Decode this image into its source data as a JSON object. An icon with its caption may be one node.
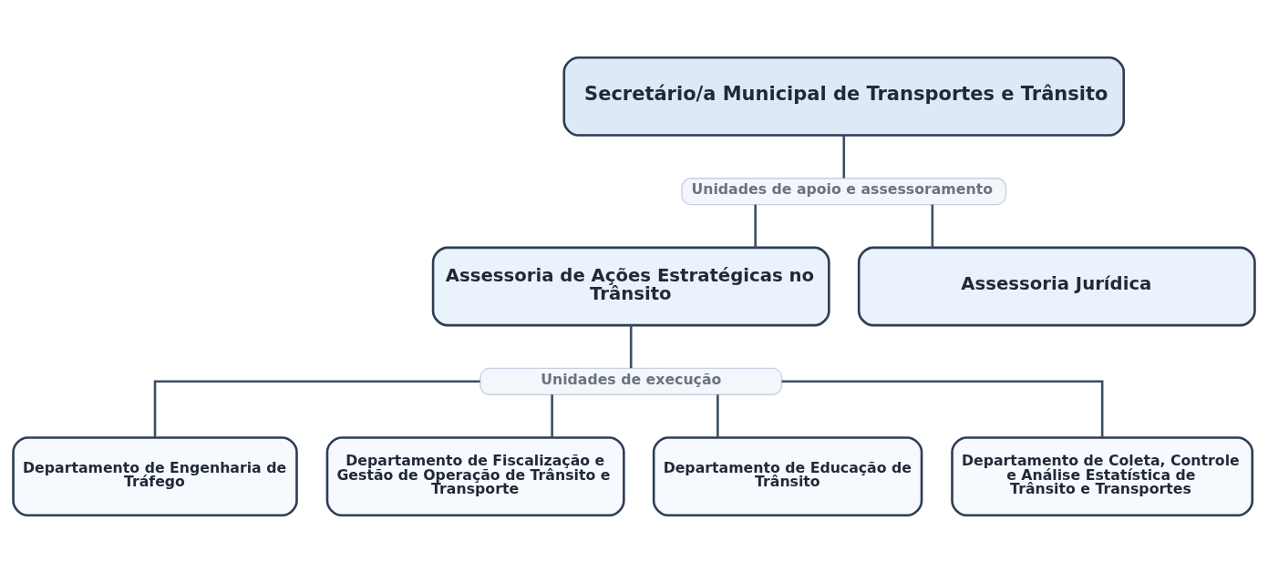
{
  "diagram": {
    "nodes": [
      {
        "text": [
          "Secretário/a Municipal de Transportes e Trânsito"
        ]
      },
      {
        "text": [
          "Unidades de apoio e assessoramento"
        ]
      },
      {
        "text": [
          "Assessoria de Ações Estratégicas no Trânsito"
        ]
      },
      {
        "text": [
          "Assessoria Jurídica"
        ]
      },
      {
        "text": [
          "Unidades de execução"
        ]
      },
      {
        "text": [
          "Departamento de Engenharia de Tráfego"
        ]
      },
      {
        "text": [
          "Departamento de Fiscalização e Gestão de Operação de Trânsito e Transporte"
        ]
      },
      {
        "text": [
          "Departamento de Educação de Trânsito"
        ]
      },
      {
        "text": [
          "Departamento de Coleta, Controle e Análise Estatística de Trânsito e Transportes"
        ]
      }
    ],
    "edges": [
      {
        "from": 0,
        "to": 1,
        "arrow": "none"
      },
      {
        "from": 1,
        "to": 2,
        "arrow": "none"
      },
      {
        "from": 1,
        "to": 3,
        "arrow": "none"
      },
      {
        "from": 2,
        "to": 4,
        "arrow": "none"
      },
      {
        "from": 4,
        "to": 5,
        "arrow": "none"
      },
      {
        "from": 4,
        "to": 6,
        "arrow": "none"
      },
      {
        "from": 4,
        "to": 7,
        "arrow": "none"
      },
      {
        "from": 4,
        "to": 8,
        "arrow": "none"
      }
    ]
  }
}
